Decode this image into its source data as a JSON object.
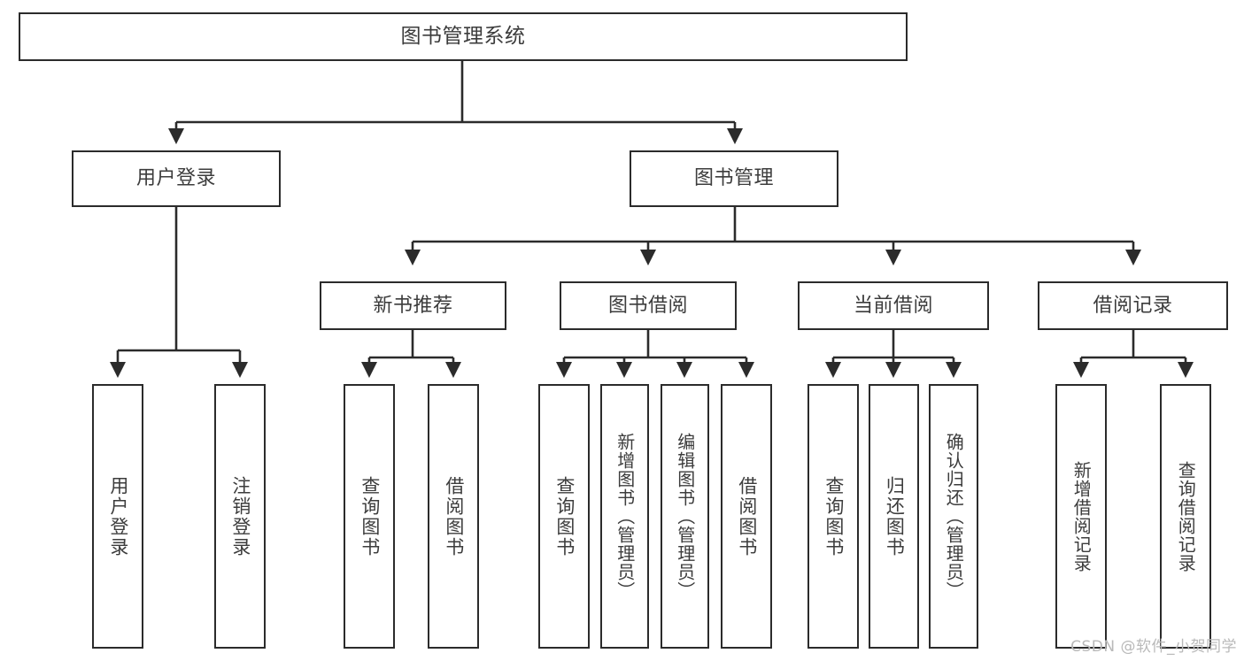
{
  "diagram": {
    "type": "tree",
    "title": "图书管理系统",
    "watermark": "CSDN @软件_小贺同学",
    "colors": {
      "box_border": "#2b2b2b",
      "box_fill": "#ffffff",
      "text": "#3c3c3c",
      "edge": "#2b2b2b",
      "watermark": "#b9b9b9"
    },
    "nodes": {
      "root": {
        "label": "图书管理系统"
      },
      "level1": [
        {
          "id": "user-login",
          "label": "用户登录"
        },
        {
          "id": "book-management",
          "label": "图书管理"
        }
      ],
      "level2": [
        {
          "id": "new-book-recommend",
          "label": "新书推荐"
        },
        {
          "id": "book-borrow",
          "label": "图书借阅"
        },
        {
          "id": "current-borrow",
          "label": "当前借阅"
        },
        {
          "id": "borrow-record",
          "label": "借阅记录"
        }
      ],
      "leaves": {
        "user_login": [
          {
            "id": "leaf-user-login",
            "label": "用户登录"
          },
          {
            "id": "leaf-logout-login",
            "label": "注销登录"
          }
        ],
        "new_book_recommend": [
          {
            "id": "leaf-query-book-1",
            "label": "查询图书"
          },
          {
            "id": "leaf-borrow-book-1",
            "label": "借阅图书"
          }
        ],
        "book_borrow": [
          {
            "id": "leaf-query-book-2",
            "label": "查询图书"
          },
          {
            "id": "leaf-add-book",
            "label": "新增图书（管理员）"
          },
          {
            "id": "leaf-edit-book",
            "label": "编辑图书（管理员）"
          },
          {
            "id": "leaf-borrow-book-2",
            "label": "借阅图书"
          }
        ],
        "current_borrow": [
          {
            "id": "leaf-query-book-3",
            "label": "查询图书"
          },
          {
            "id": "leaf-return-book",
            "label": "归还图书"
          },
          {
            "id": "leaf-confirm-return",
            "label": "确认归还（管理员）"
          }
        ],
        "borrow_record": [
          {
            "id": "leaf-add-record",
            "label": "新增借阅记录"
          },
          {
            "id": "leaf-query-record",
            "label": "查询借阅记录"
          }
        ]
      }
    }
  }
}
